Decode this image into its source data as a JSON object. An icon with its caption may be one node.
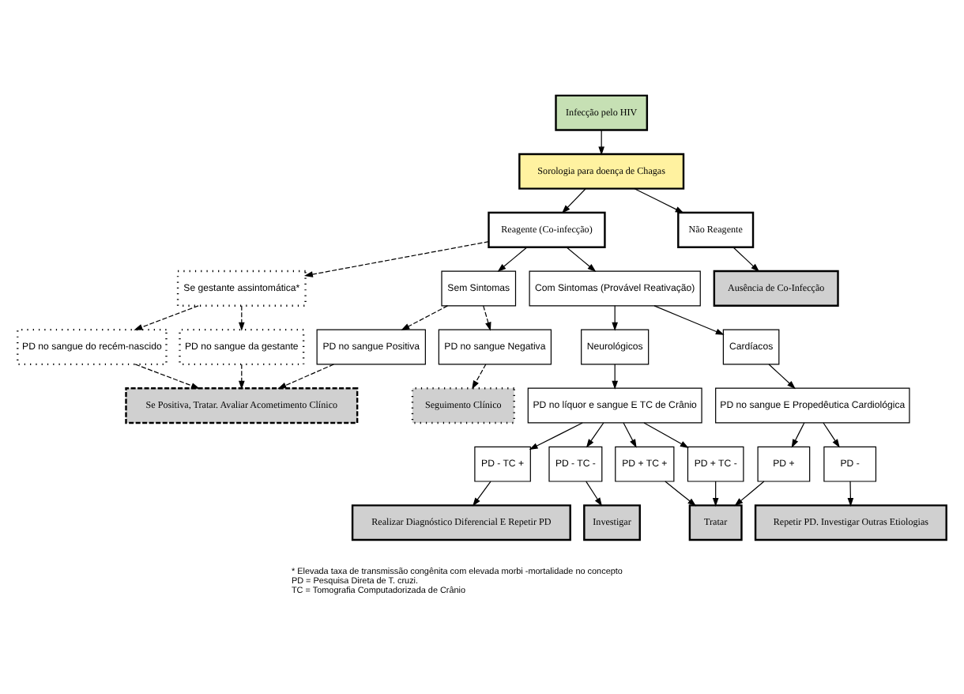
{
  "diagram": {
    "nodes": [
      {
        "text": [
          "Infecção pelo HIV"
        ]
      },
      {
        "text": [
          "Sorologia para doença de Chagas"
        ]
      },
      {
        "text": [
          "Reagente (Co-infecção)"
        ]
      },
      {
        "text": [
          "Não Reagente"
        ]
      },
      {
        "text": [
          "Se gestante assintomática*"
        ]
      },
      {
        "text": [
          "Sem Sintomas"
        ]
      },
      {
        "text": [
          "Com Sintomas (Provável Reativação)"
        ]
      },
      {
        "text": [
          "Ausência de Co-Infecção"
        ]
      },
      {
        "text": [
          "PD no sangue do recém-nascido"
        ]
      },
      {
        "text": [
          "PD no sangue da gestante"
        ]
      },
      {
        "text": [
          "PD no sangue Positiva"
        ]
      },
      {
        "text": [
          "PD no sangue Negativa"
        ]
      },
      {
        "text": [
          "Neurológicos"
        ]
      },
      {
        "text": [
          "Cardíacos"
        ]
      },
      {
        "text": [
          "Se Positiva, Tratar. Avaliar Acometimento Clínico"
        ]
      },
      {
        "text": [
          "Seguimento Clínico"
        ]
      },
      {
        "text": [
          "PD no líquor e sangue E TC de Crânio"
        ]
      },
      {
        "text": [
          "PD no sangue E Propedêutica Cardiológica"
        ]
      },
      {
        "text": [
          "PD - TC +"
        ]
      },
      {
        "text": [
          "PD - TC -"
        ]
      },
      {
        "text": [
          "PD + TC +"
        ]
      },
      {
        "text": [
          "PD + TC -"
        ]
      },
      {
        "text": [
          "PD +"
        ]
      },
      {
        "text": [
          "PD -"
        ]
      },
      {
        "text": [
          "Realizar Diagnóstico Diferencial E Repetir PD"
        ]
      },
      {
        "text": [
          "Investigar"
        ]
      },
      {
        "text": [
          "Tratar"
        ]
      },
      {
        "text": [
          "Repetir PD. Investigar Outras Etiologias"
        ]
      }
    ],
    "edges": [
      {
        "from": 0,
        "to": 1,
        "arrow": "to"
      },
      {
        "from": 1,
        "to": 2,
        "arrow": "to"
      },
      {
        "from": 1,
        "to": 3,
        "arrow": "to"
      },
      {
        "from": 2,
        "to": 4,
        "arrow": "to",
        "style": "dashed"
      },
      {
        "from": 2,
        "to": 5,
        "arrow": "to"
      },
      {
        "from": 2,
        "to": 6,
        "arrow": "to"
      },
      {
        "from": 3,
        "to": 7,
        "arrow": "to"
      },
      {
        "from": 4,
        "to": 8,
        "arrow": "to",
        "style": "dashed"
      },
      {
        "from": 4,
        "to": 9,
        "arrow": "to",
        "style": "dashed"
      },
      {
        "from": 5,
        "to": 10,
        "arrow": "to",
        "style": "dashed"
      },
      {
        "from": 5,
        "to": 11,
        "arrow": "to",
        "style": "dashed"
      },
      {
        "from": 8,
        "to": 14,
        "arrow": "to",
        "style": "dashed"
      },
      {
        "from": 9,
        "to": 14,
        "arrow": "to",
        "style": "dashed"
      },
      {
        "from": 10,
        "to": 14,
        "arrow": "to",
        "style": "dashed"
      },
      {
        "from": 11,
        "to": 15,
        "arrow": "to",
        "style": "dashed"
      },
      {
        "from": 6,
        "to": 12,
        "arrow": "to"
      },
      {
        "from": 6,
        "to": 13,
        "arrow": "to"
      },
      {
        "from": 12,
        "to": 16,
        "arrow": "to"
      },
      {
        "from": 13,
        "to": 17,
        "arrow": "to"
      },
      {
        "from": 16,
        "to": 18,
        "arrow": "to"
      },
      {
        "from": 16,
        "to": 19,
        "arrow": "to"
      },
      {
        "from": 16,
        "to": 20,
        "arrow": "to"
      },
      {
        "from": 16,
        "to": 21,
        "arrow": "to"
      },
      {
        "from": 17,
        "to": 22,
        "arrow": "to"
      },
      {
        "from": 17,
        "to": 23,
        "arrow": "to"
      },
      {
        "from": 18,
        "to": 24,
        "arrow": "to"
      },
      {
        "from": 19,
        "to": 25,
        "arrow": "to"
      },
      {
        "from": 20,
        "to": 26,
        "arrow": "to"
      },
      {
        "from": 21,
        "to": 26,
        "arrow": "to"
      },
      {
        "from": 22,
        "to": 26,
        "arrow": "to"
      },
      {
        "from": 23,
        "to": 27,
        "arrow": "to"
      }
    ],
    "labels": [
      "* Elevada taxa de transmissão congênita com elevada morbi -mortalidade no concepto",
      "PD = Pesquisa Direta de T. cruzi.",
      "TC = Tomografia Computadorizada de Crânio"
    ]
  }
}
